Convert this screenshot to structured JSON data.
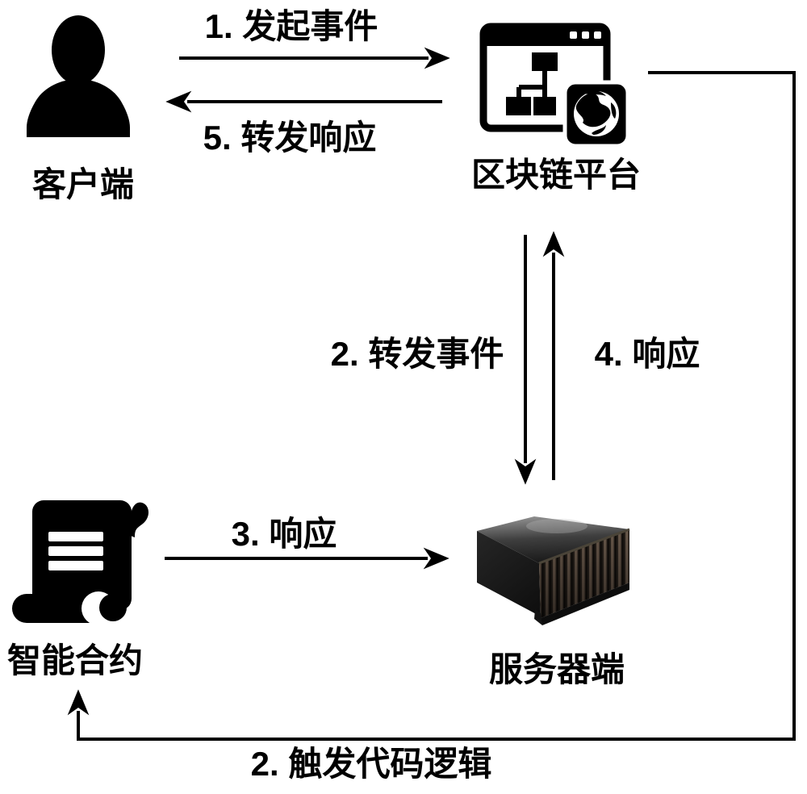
{
  "diagram": {
    "background_color": "#ffffff",
    "ink_color": "#000000",
    "nodes": {
      "client": {
        "label": "客户端",
        "icon": "person-icon"
      },
      "blockchain_platform": {
        "label": "区块链平台",
        "icon": "browser-globe-icon"
      },
      "smart_contract": {
        "label": "智能合约",
        "icon": "scroll-icon"
      },
      "server": {
        "label": "服务器端",
        "icon": "server-3d-icon"
      }
    },
    "edges": [
      {
        "step": "1",
        "label": "1. 发起事件",
        "from": "客户端",
        "to": "区块链平台",
        "direction": "right"
      },
      {
        "step": "5",
        "label": "5. 转发响应",
        "from": "区块链平台",
        "to": "客户端",
        "direction": "left"
      },
      {
        "step": "2",
        "label": "2. 转发事件",
        "from": "区块链平台",
        "to": "服务器端",
        "direction": "down"
      },
      {
        "step": "4",
        "label": "4. 响应",
        "from": "服务器端",
        "to": "区块链平台",
        "direction": "up"
      },
      {
        "step": "3",
        "label": "3. 响应",
        "from": "智能合约",
        "to": "服务器端",
        "direction": "right"
      },
      {
        "step": "2",
        "label": "2. 触发代码逻辑",
        "from": "区块链平台",
        "to": "智能合约",
        "direction": "loop-right-bottom-up"
      }
    ]
  }
}
